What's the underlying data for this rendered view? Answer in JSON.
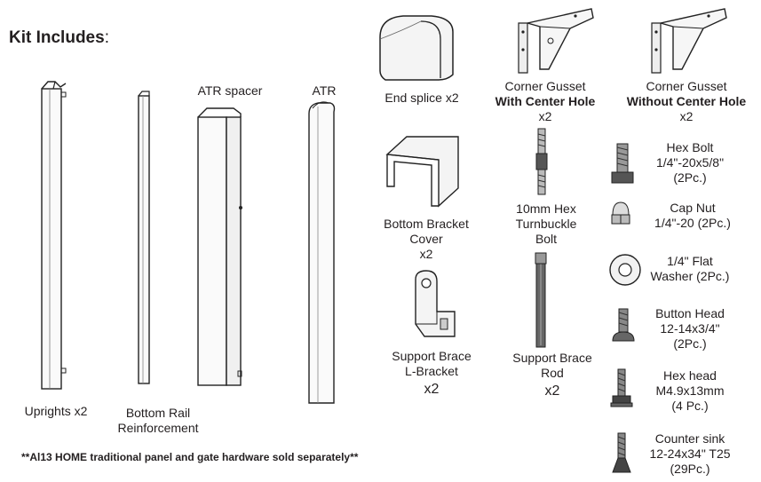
{
  "title": {
    "bold": "Kit Includes",
    "colon": ":"
  },
  "footer": "**Al13 HOME traditional panel and gate hardware sold separately**",
  "parts": {
    "uprights": "Uprights x2",
    "bottom_rail": [
      "Bottom Rail",
      "Reinforcement"
    ],
    "atr_spacer": "ATR spacer",
    "atr": "ATR",
    "end_splice": "End splice x2",
    "gusset_center": [
      "Corner Gusset",
      "With Center Hole",
      "x2"
    ],
    "gusset_no_center": [
      "Corner Gusset",
      "Without Center Hole",
      "x2"
    ],
    "bracket_cover": [
      "Bottom Bracket",
      "Cover",
      "x2"
    ],
    "turnbuckle": [
      "10mm Hex",
      "Turnbuckle",
      "Bolt"
    ],
    "l_bracket": [
      "Support Brace",
      "L-Bracket",
      "x2"
    ],
    "brace_rod": [
      "Support Brace",
      "Rod",
      "x2"
    ]
  },
  "hardware": {
    "hex_bolt": [
      "Hex Bolt",
      "1/4\"-20x5/8\"",
      "(2Pc.)"
    ],
    "cap_nut": [
      "Cap Nut",
      "1/4\"-20 (2Pc.)"
    ],
    "flat_washer": [
      "1/4\" Flat",
      "Washer (2Pc.)"
    ],
    "button_head": [
      "Button Head",
      "12-14x3/4\"",
      "(2Pc.)"
    ],
    "hex_head": [
      "Hex head",
      "M4.9x13mm",
      "(4 Pc.)"
    ],
    "counter_sink": [
      "Counter sink",
      "12-24x34\" T25",
      "(29Pc.)"
    ]
  }
}
